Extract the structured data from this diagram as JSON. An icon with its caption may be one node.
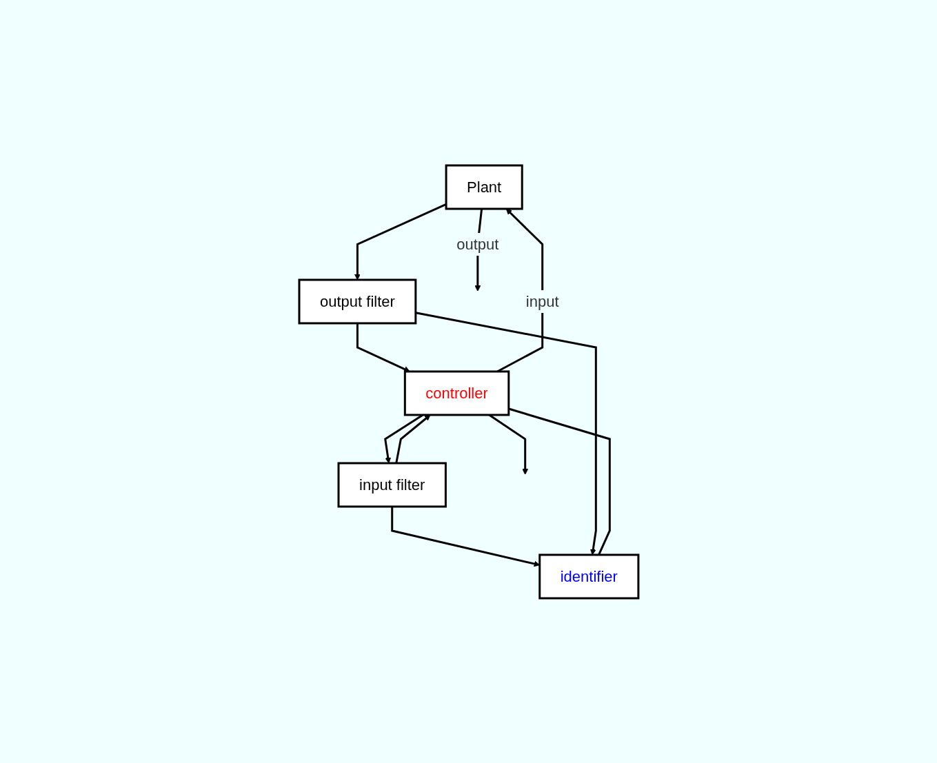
{
  "diagram": {
    "nodes": [
      {
        "text": [
          "Plant"
        ]
      },
      {
        "text": [
          "input filter"
        ]
      },
      {
        "text": [
          "output filter"
        ]
      },
      {
        "text": [
          "controller"
        ]
      },
      {
        "text": [
          "identifier"
        ]
      }
    ],
    "edges": [
      {
        "from": 3,
        "to": 0,
        "arrow": "to",
        "label": "input"
      },
      {
        "from": 3,
        "to": 1,
        "arrow": "to"
      },
      {
        "from": 0,
        "to": null,
        "arrow": "to",
        "label": "output"
      },
      {
        "from": 0,
        "to": 2,
        "arrow": "to"
      },
      {
        "from": 1,
        "to": 3,
        "arrow": "to"
      },
      {
        "from": 1,
        "to": 4,
        "arrow": "to"
      },
      {
        "from": 2,
        "to": 3,
        "arrow": "to"
      },
      {
        "from": 2,
        "to": 4,
        "arrow": "to"
      },
      {
        "from": 3,
        "to": 4,
        "arrow": "none"
      },
      {
        "from": 3,
        "to": null,
        "arrow": "to"
      }
    ]
  }
}
